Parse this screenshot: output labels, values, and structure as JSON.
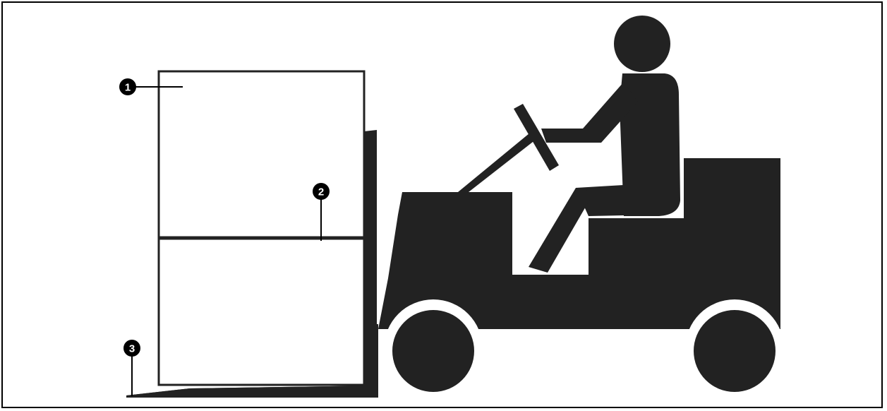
{
  "figure": {
    "colors": {
      "ink": "#222222",
      "frame": "#000000",
      "background": "#ffffff",
      "callout_fill": "#000000",
      "callout_text": "#ffffff"
    },
    "callouts": [
      {
        "id": "1",
        "label": "1"
      },
      {
        "id": "2",
        "label": "2"
      },
      {
        "id": "3",
        "label": "3"
      }
    ]
  }
}
